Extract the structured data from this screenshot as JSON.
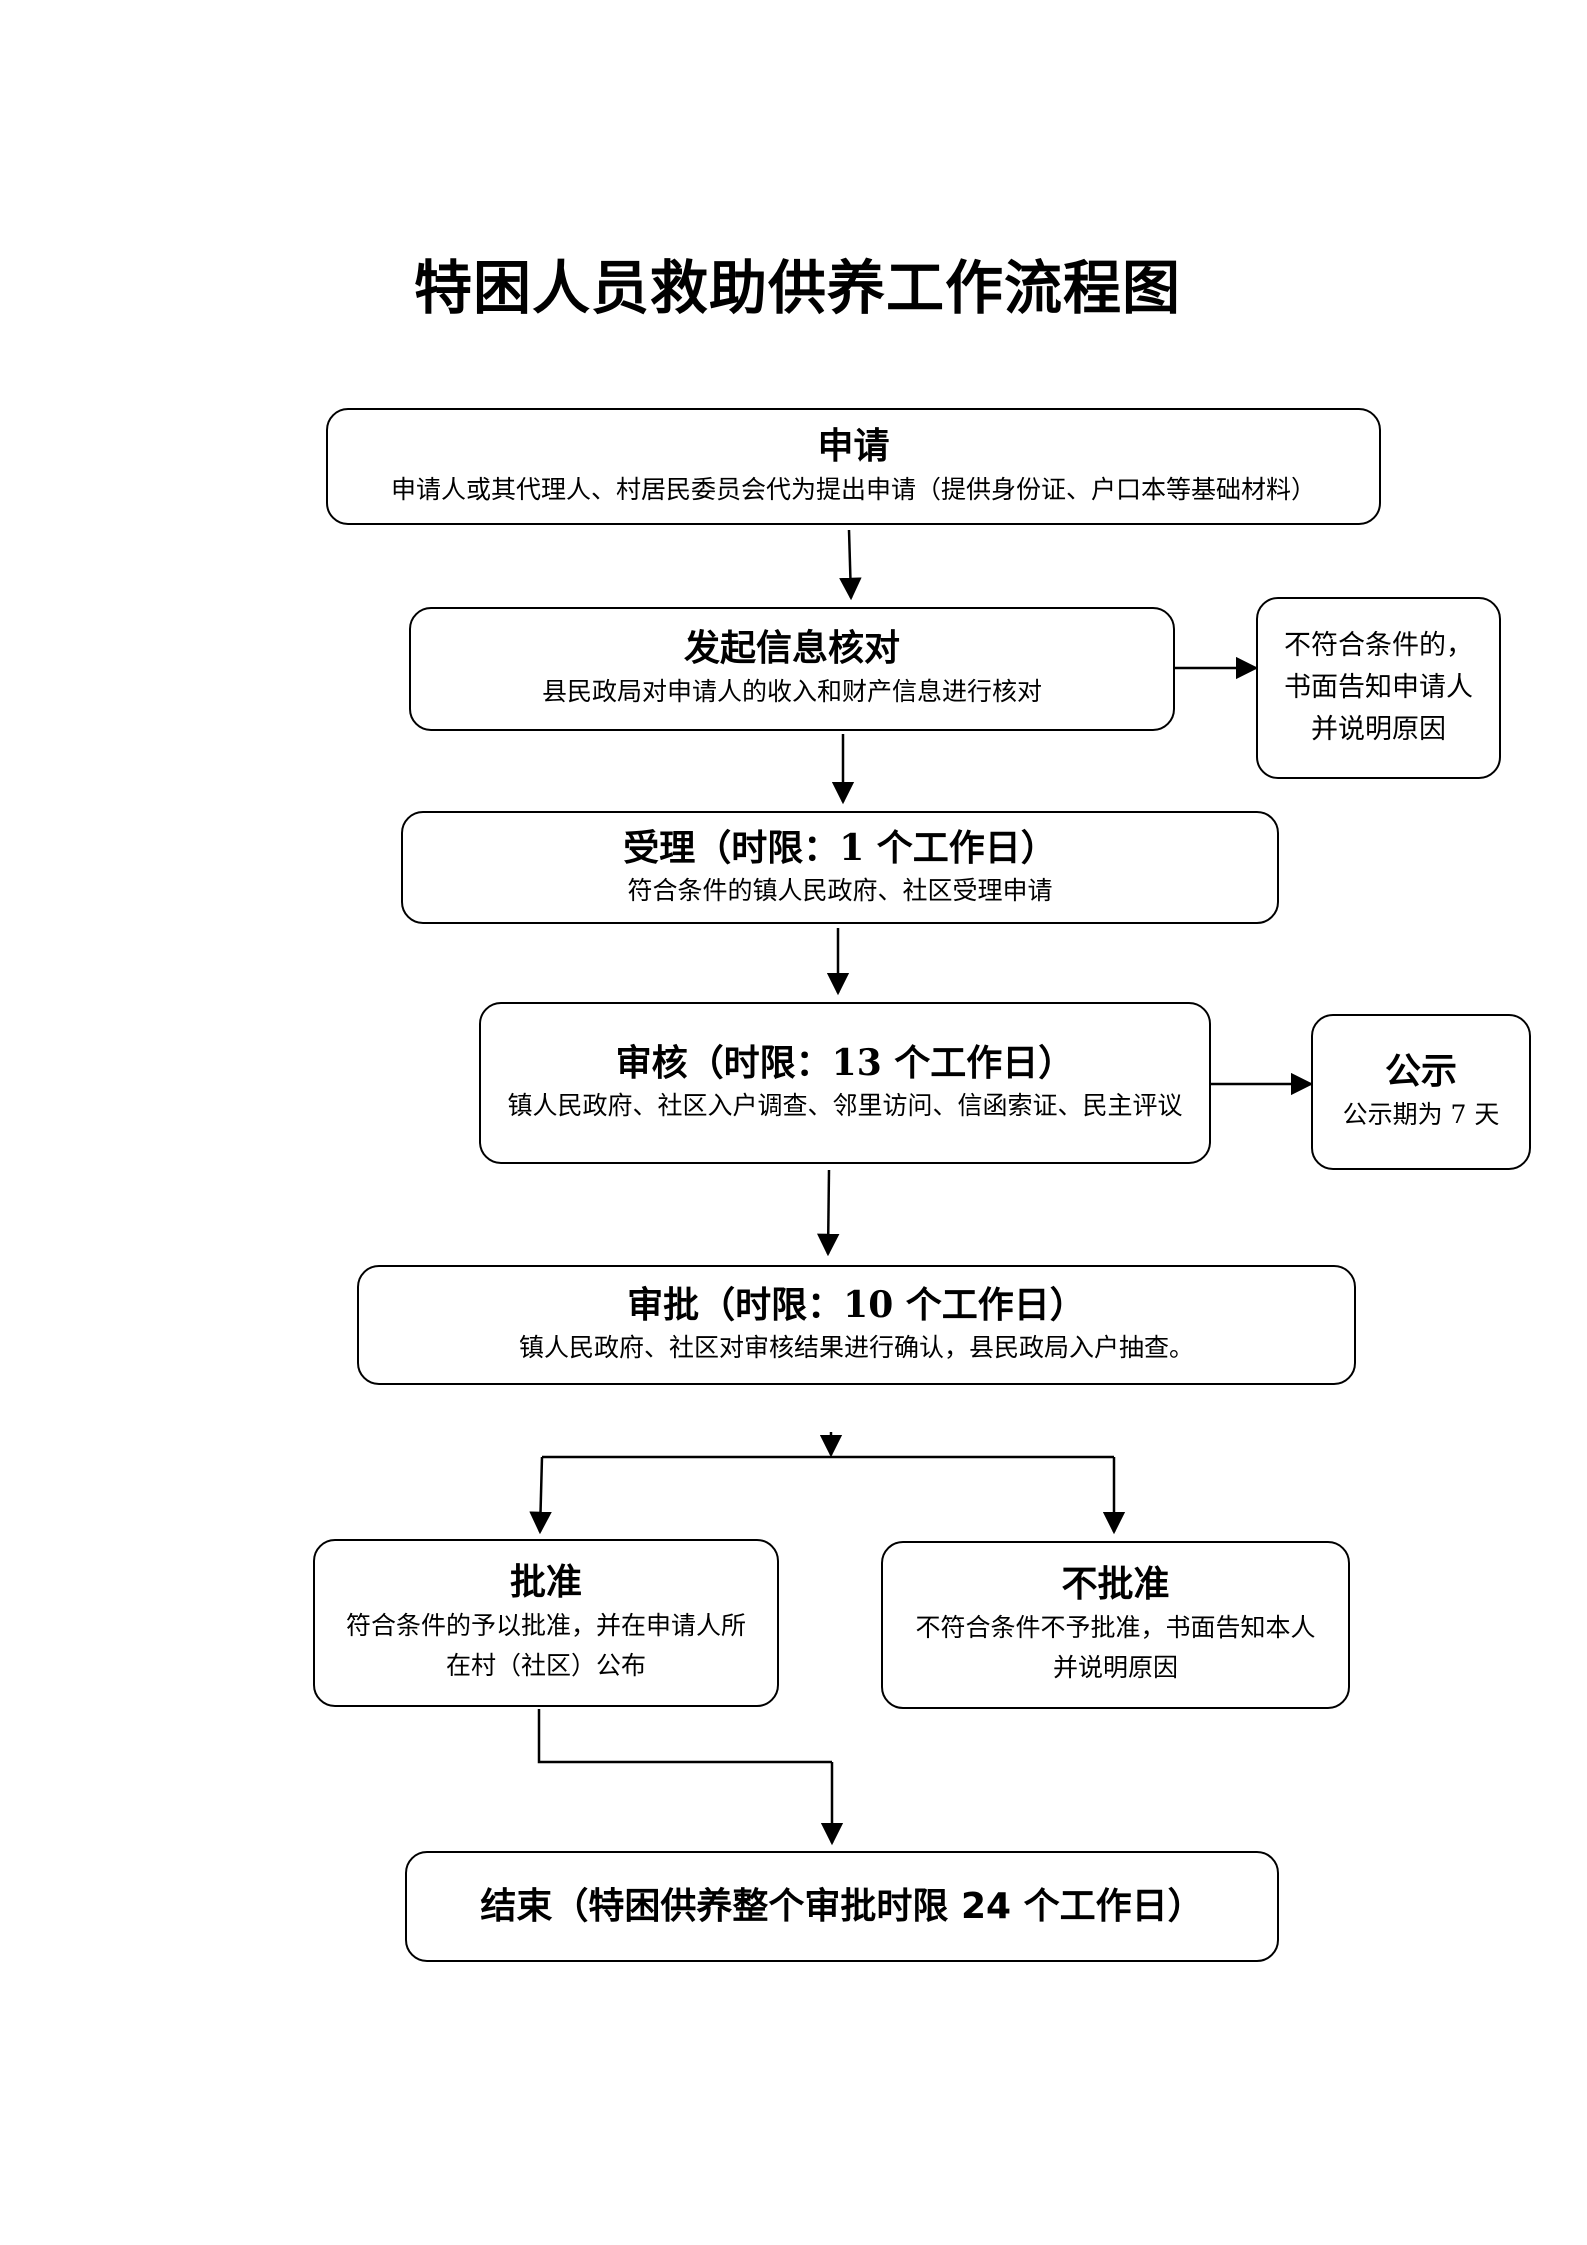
{
  "title": "特困人员救助供养工作流程图",
  "steps": {
    "apply": {
      "head": "申请",
      "body": "申请人或其代理人、村居民委员会代为提出申请（提供身份证、户口本等基础材料）"
    },
    "verify": {
      "head": "发起信息核对",
      "body": "县民政局对申请人的收入和财产信息进行核对"
    },
    "reject_notice": {
      "body": "不符合条件的，书面告知申请人并说明原因"
    },
    "accept": {
      "head": "受理（时限：1 个工作日）",
      "body": "符合条件的镇人民政府、社区受理申请"
    },
    "review": {
      "head": "审核（时限：13 个工作日）",
      "body": "镇人民政府、社区入户调查、邻里访问、信函索证、民主评议"
    },
    "publicity": {
      "head": "公示",
      "body": "公示期为 7 天"
    },
    "approve_stage": {
      "head": "审批（时限：10 个工作日）",
      "body": "镇人民政府、社区对审核结果进行确认，县民政局入户抽查。"
    },
    "approved": {
      "head": "批准",
      "body": "符合条件的予以批准，并在申请人所在村（社区）公布"
    },
    "not_approved": {
      "head": "不批准",
      "body": "不符合条件不予批准，书面告知本人并说明原因"
    },
    "end": {
      "head": "结束（特困供养整个审批时限 24 个工作日）"
    }
  }
}
